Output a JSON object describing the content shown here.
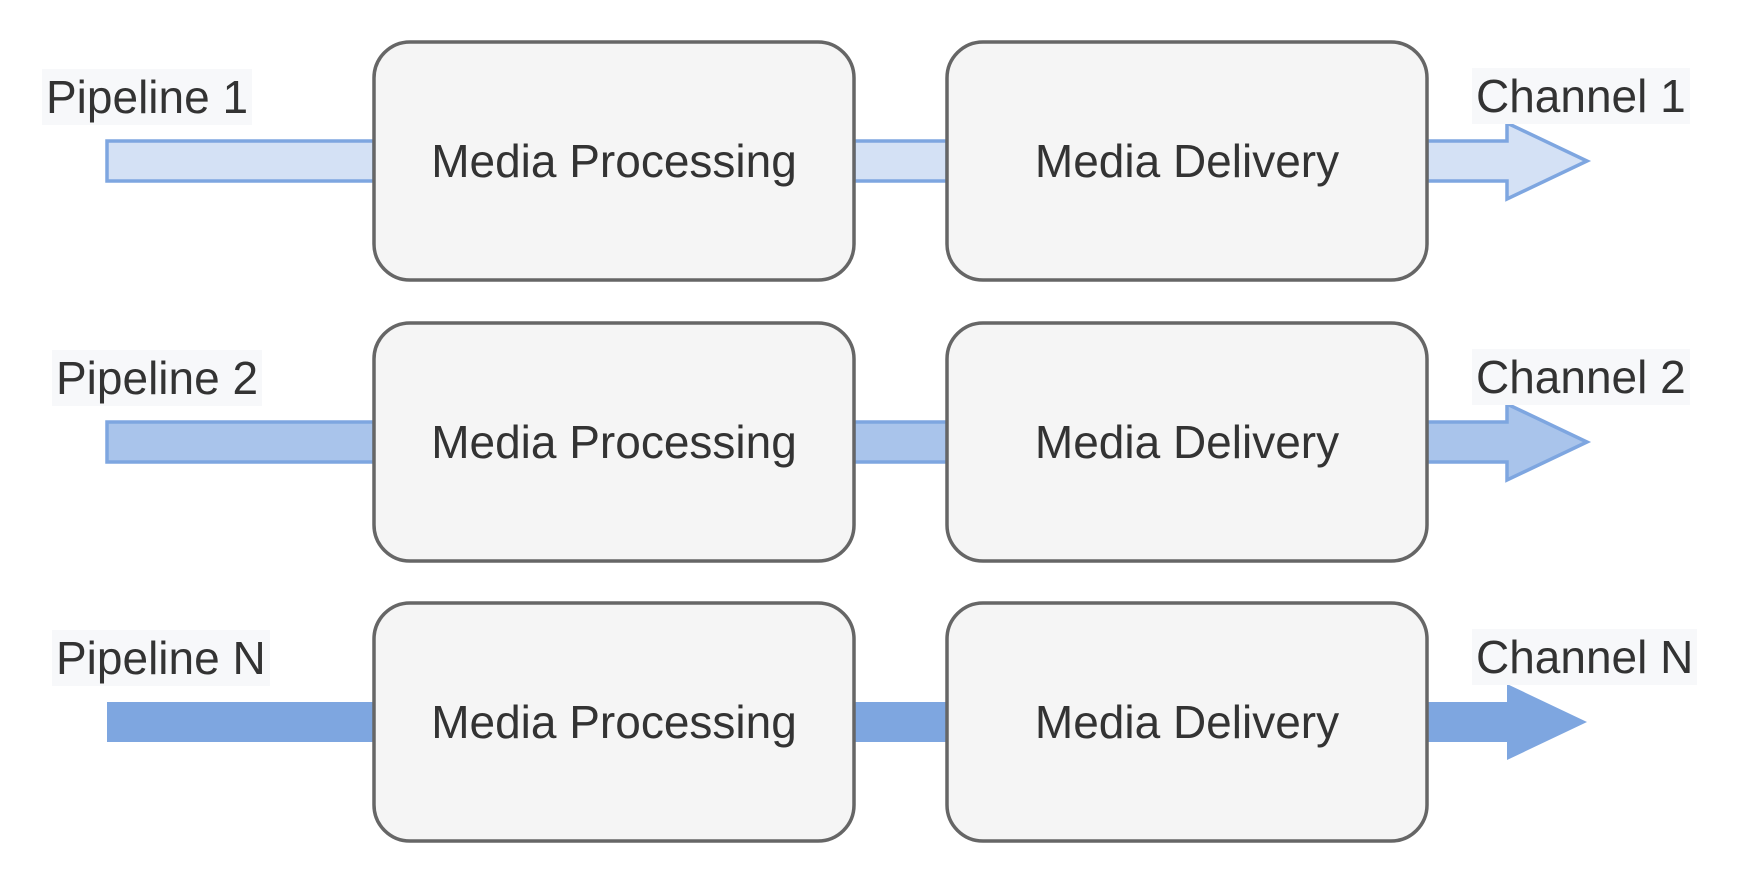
{
  "diagram": {
    "type": "parallel-pipelines",
    "colors": {
      "box_fill": "#F5F5F5",
      "box_stroke": "#666666",
      "arrow_stroke": "#7EA6E0",
      "label_bg": "#F7F8FA",
      "text": "#333333"
    },
    "rows": [
      {
        "pipeline_label": "Pipeline 1",
        "stage1": "Media Processing",
        "stage2": "Media Delivery",
        "channel_label": "Channel 1",
        "arrow_fill": "#D4E1F5",
        "arrow_outlined": true
      },
      {
        "pipeline_label": "Pipeline 2",
        "stage1": "Media Processing",
        "stage2": "Media Delivery",
        "channel_label": "Channel 2",
        "arrow_fill": "#A9C4EB",
        "arrow_outlined": true
      },
      {
        "pipeline_label": "Pipeline N",
        "stage1": "Media Processing",
        "stage2": "Media Delivery",
        "channel_label": "Channel N",
        "arrow_fill": "#7EA6E0",
        "arrow_outlined": false
      }
    ]
  }
}
